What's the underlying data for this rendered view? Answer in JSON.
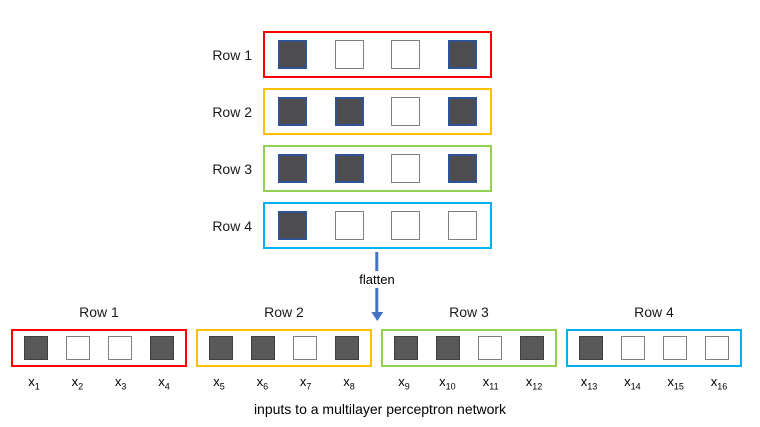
{
  "colors": {
    "row1_border": "#ff0000",
    "row2_border": "#ffc000",
    "row3_border": "#92d050",
    "row4_border": "#00b0f0",
    "filled_square_top_fill": "#4d4d4f",
    "filled_square_top_border": "#2f5496",
    "filled_square_bottom_fill": "#595959",
    "filled_square_bottom_border": "#404040",
    "empty_square_border": "#7f7f7f",
    "arrow": "#4472c4"
  },
  "top": {
    "rows": [
      {
        "label": "Row 1",
        "color": "#ff0000",
        "cells": [
          "filled",
          "empty",
          "empty",
          "filled"
        ]
      },
      {
        "label": "Row 2",
        "color": "#ffc000",
        "cells": [
          "filled",
          "filled",
          "empty",
          "filled"
        ]
      },
      {
        "label": "Row 3",
        "color": "#92d050",
        "cells": [
          "filled",
          "filled",
          "empty",
          "filled"
        ]
      },
      {
        "label": "Row 4",
        "color": "#00b0f0",
        "cells": [
          "filled",
          "empty",
          "empty",
          "empty"
        ]
      }
    ]
  },
  "arrow": {
    "label": "flatten",
    "color": "#4472c4"
  },
  "bottom": {
    "groups": [
      {
        "label": "Row 1",
        "color": "#ff0000",
        "cells": [
          "filled",
          "empty",
          "empty",
          "filled"
        ],
        "inputs": [
          {
            "base": "x",
            "sub": "1"
          },
          {
            "base": "x",
            "sub": "2"
          },
          {
            "base": "x",
            "sub": "3"
          },
          {
            "base": "x",
            "sub": "4"
          }
        ]
      },
      {
        "label": "Row 2",
        "color": "#ffc000",
        "cells": [
          "filled",
          "filled",
          "empty",
          "filled"
        ],
        "inputs": [
          {
            "base": "x",
            "sub": "5"
          },
          {
            "base": "x",
            "sub": "6"
          },
          {
            "base": "x",
            "sub": "7"
          },
          {
            "base": "x",
            "sub": "8"
          }
        ]
      },
      {
        "label": "Row 3",
        "color": "#92d050",
        "cells": [
          "filled",
          "filled",
          "empty",
          "filled"
        ],
        "inputs": [
          {
            "base": "x",
            "sub": "9"
          },
          {
            "base": "x",
            "sub": "10"
          },
          {
            "base": "x",
            "sub": "11"
          },
          {
            "base": "x",
            "sub": "12"
          }
        ]
      },
      {
        "label": "Row 4",
        "color": "#00b0f0",
        "cells": [
          "filled",
          "empty",
          "empty",
          "empty"
        ],
        "inputs": [
          {
            "base": "x",
            "sub": "13"
          },
          {
            "base": "x",
            "sub": "14"
          },
          {
            "base": "x",
            "sub": "15"
          },
          {
            "base": "x",
            "sub": "16"
          }
        ]
      }
    ]
  },
  "caption": "inputs to a multilayer perceptron network"
}
